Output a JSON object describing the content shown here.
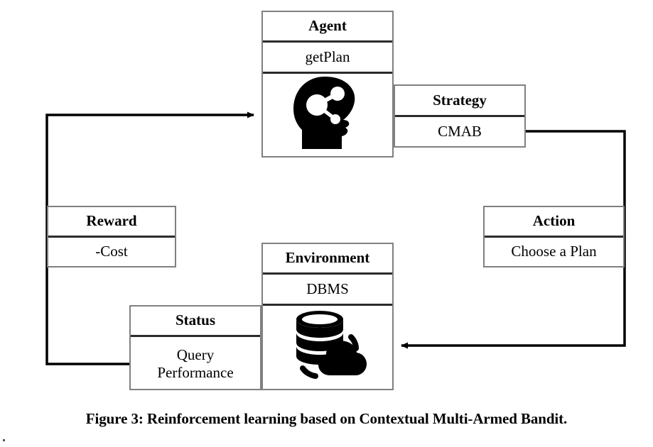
{
  "figure": {
    "caption": "Figure 3: Reinforcement learning based on Contextual Multi-Armed Bandit.",
    "colors": {
      "box_border": "#808080",
      "divider": "#2b2b2b",
      "connector": "#000000",
      "background": "#ffffff",
      "text": "#000000"
    }
  },
  "nodes": {
    "agent": {
      "title": "Agent",
      "method": "getPlan",
      "icon": "head-brain-network-icon"
    },
    "strategy": {
      "title": "Strategy",
      "value": "CMAB"
    },
    "action": {
      "title": "Action",
      "value": "Choose a Plan"
    },
    "environment": {
      "title": "Environment",
      "value": "DBMS",
      "icon": "database-cloud-icon"
    },
    "status": {
      "title": "Status",
      "value_line1": "Query",
      "value_line2": "Performance"
    },
    "reward": {
      "title": "Reward",
      "value": "-Cost"
    }
  },
  "connections": [
    {
      "name": "strategy-to-action",
      "from": "strategy",
      "to": "action",
      "arrow": false
    },
    {
      "name": "action-to-environment",
      "from": "action",
      "to": "environment",
      "arrow": true,
      "arrow_direction": "left"
    },
    {
      "name": "status-reward-to-agent",
      "from": "status",
      "to": "agent",
      "arrow": true,
      "arrow_direction": "right"
    }
  ]
}
